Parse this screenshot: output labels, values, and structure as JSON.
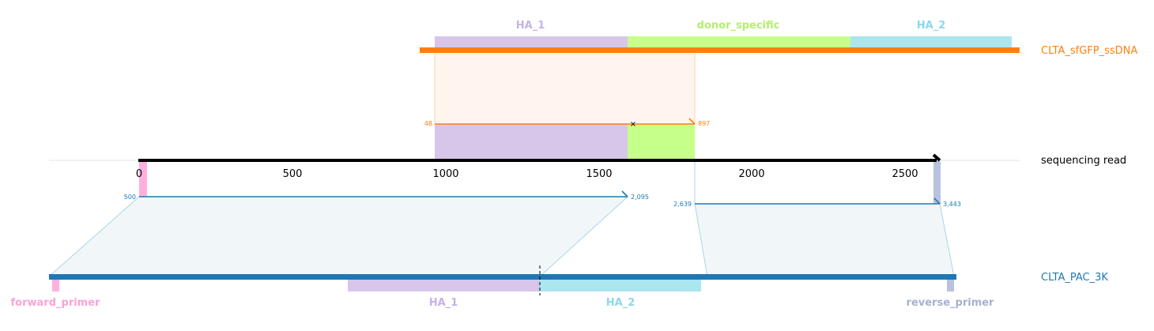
{
  "colors": {
    "ha1": "#d7c6ea",
    "ha1_text": "#c6b2e6",
    "donor": "#c6ff8a",
    "donor_text": "#b3f06b",
    "ha2": "#a9e6ee",
    "ha2_text": "#8dd7ee",
    "fwd": "#ffb0de",
    "fwd_text": "#f8a3d8",
    "rev": "#b7c2dd",
    "rev_text": "#a7b1cf",
    "ssdna": "#ff7f0e",
    "pac": "#1f77b4",
    "read": "#000000",
    "orange_fill": "#fff5ee",
    "blue_fill": "#f1f7f9"
  },
  "tracks": {
    "ssdna_label": "CLTA_sfGFP_ssDNA",
    "read_label": "sequencing read",
    "pac_label": "CLTA_PAC_3K"
  },
  "ssdna_features": {
    "ha1": "HA_1",
    "donor": "donor_specific",
    "ha2": "HA_2"
  },
  "pac_features": {
    "forward_primer": "forward_primer",
    "ha1": "HA_1",
    "ha2": "HA_2",
    "reverse_primer": "reverse_primer"
  },
  "axis": {
    "ticks": [
      "0",
      "500",
      "1000",
      "1500",
      "2000",
      "2500"
    ]
  },
  "alignments": {
    "ssdna_start": "48",
    "ssdna_end": "897",
    "pac1_start": "500",
    "pac1_end": "2,095",
    "pac2_start": "2,639",
    "pac2_end": "3,443",
    "mismatch_marker": "×"
  }
}
